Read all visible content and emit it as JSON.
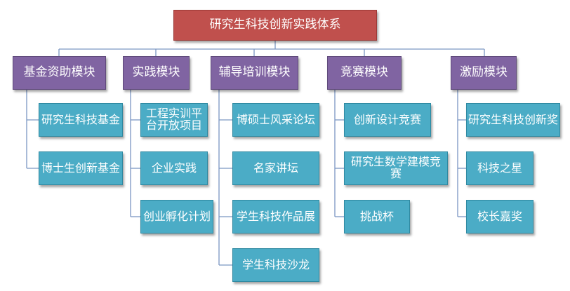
{
  "root": {
    "label": "研究生科技创新实践体系"
  },
  "modules": [
    {
      "label": "基金资助模块",
      "children": [
        "研究生科技基金",
        "博士生创新基金"
      ]
    },
    {
      "label": "实践模块",
      "children": [
        "工程实训平台开放项目",
        "企业实践",
        "创业孵化计划"
      ]
    },
    {
      "label": "辅导培训模块",
      "children": [
        "博硕士风采论坛",
        "名家讲坛",
        "学生科技作品展",
        "学生科技沙龙"
      ]
    },
    {
      "label": "竞赛模块",
      "children": [
        "创新设计竞赛",
        "研究生数学建模竞赛",
        "挑战杯"
      ]
    },
    {
      "label": "激励模块",
      "children": [
        "研究生科技创新奖",
        "科技之星",
        "校长嘉奖"
      ]
    }
  ],
  "colors": {
    "root": "#c0504d",
    "module": "#8064a2",
    "leaf": "#4bacc6",
    "connector": "#7b96c2"
  }
}
